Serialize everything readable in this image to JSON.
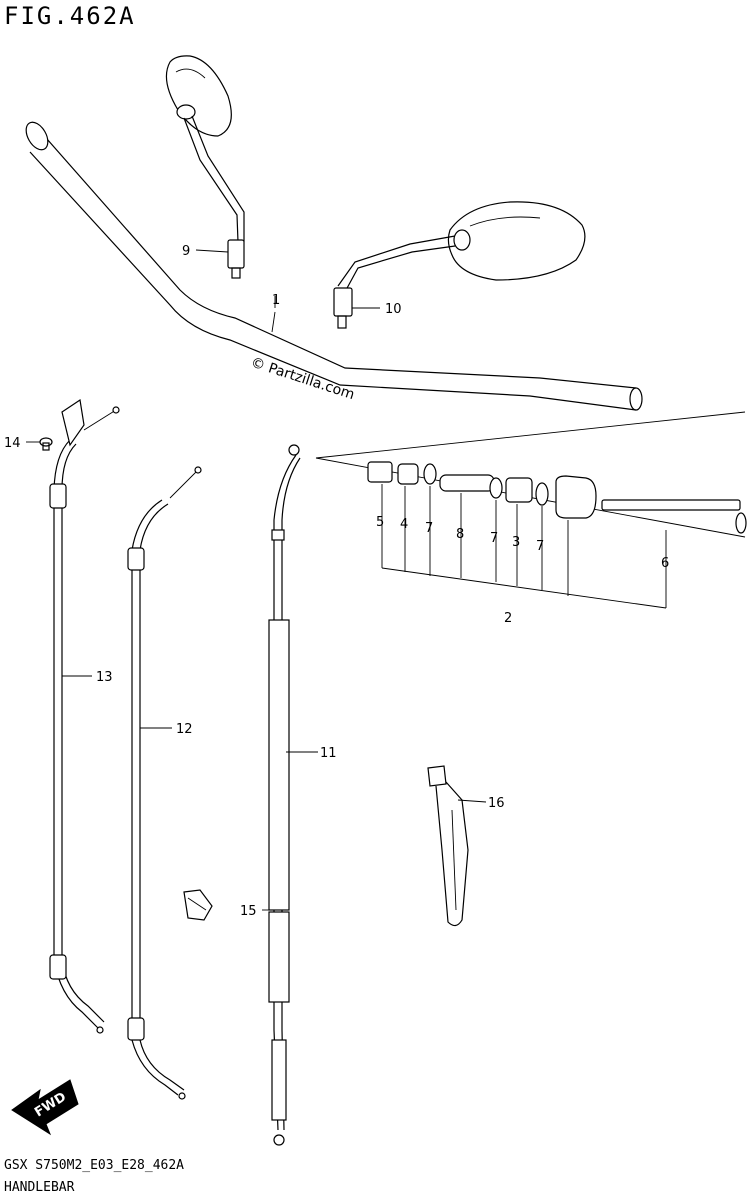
{
  "header": {
    "figure_title": "FIG.462A"
  },
  "footer": {
    "code": "GSX S750M2_E03_E28_462A",
    "name": "HANDLEBAR"
  },
  "watermark": "© Partzilla.com",
  "badge": {
    "text": "FWD"
  },
  "callouts": {
    "c1": "1",
    "c2": "2",
    "c3": "3",
    "c4": "4",
    "c5": "5",
    "c6": "6",
    "c7a": "7",
    "c7b": "7",
    "c7c": "7",
    "c8": "8",
    "c9": "9",
    "c10": "10",
    "c11": "11",
    "c12": "12",
    "c13": "13",
    "c14": "14",
    "c15": "15",
    "c16": "16"
  }
}
